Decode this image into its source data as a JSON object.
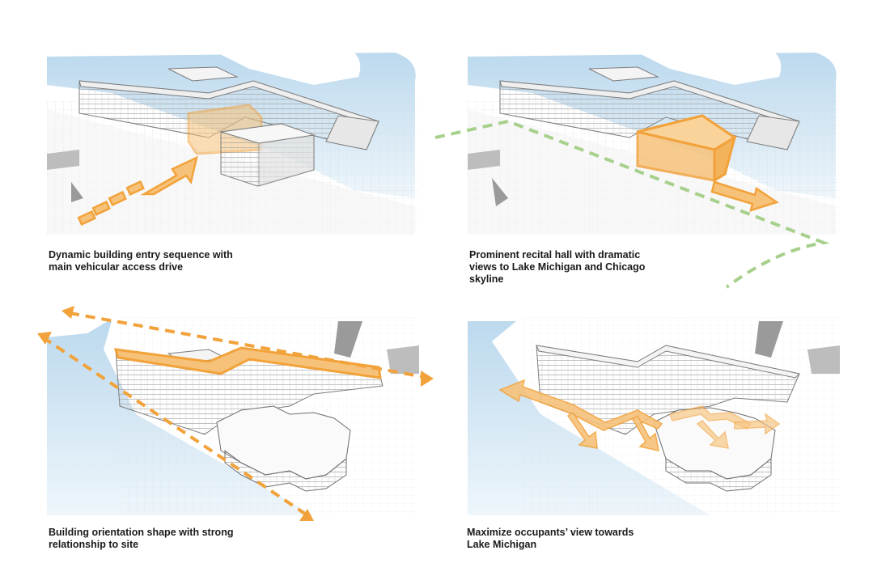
{
  "colors": {
    "accent_orange": "#f2a23a",
    "fill_orange": "#f6c27a",
    "green_boundary": "#a8d08d",
    "water": "#cfe5f3",
    "building_line": "#8a8a8a"
  },
  "panels": [
    {
      "id": "entry-sequence",
      "caption_lines": [
        "Dynamic building entry sequence with",
        "main vehicular access drive"
      ]
    },
    {
      "id": "recital-hall",
      "caption_lines": [
        "Prominent recital hall with dramatic",
        "views to Lake Michigan and Chicago",
        "skyline"
      ]
    },
    {
      "id": "building-orientation",
      "caption_lines": [
        "Building orientation shape with strong",
        "relationship to site"
      ]
    },
    {
      "id": "occupant-views",
      "caption_lines": [
        "Maximize occupants’ view towards",
        "Lake Michigan"
      ]
    }
  ]
}
